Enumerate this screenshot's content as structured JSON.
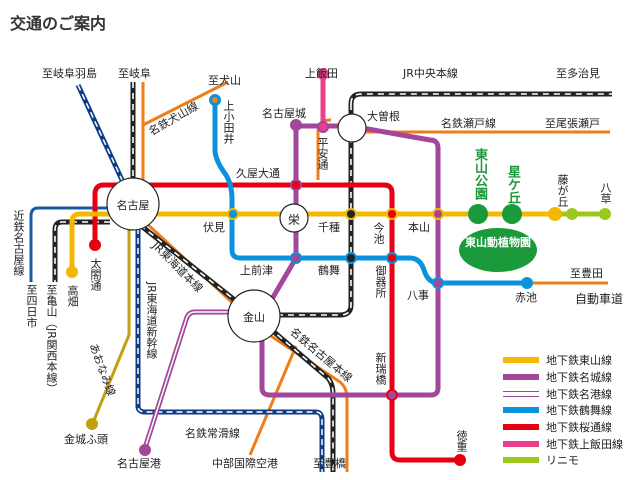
{
  "title": "交通のご案内",
  "colors": {
    "higashiyama": "#f5b800",
    "meijo": "#a3479a",
    "meiko": "#a3479a",
    "tsurumai": "#0a93dc",
    "sakuradori": "#e60012",
    "kamiiida": "#e8408a",
    "linimo": "#9cc81e",
    "meitetsu": "#ef7d1a",
    "jr": "#222222",
    "kintetsu": "#1a5aa0",
    "shinkansen": "#0d3b86",
    "aonami": "#c4a010",
    "park": "#1a9a3a"
  },
  "hubs": {
    "nagoya": "名古屋",
    "sakae": "栄",
    "ozone": "大曽根",
    "kanayama": "金山"
  },
  "destinations": {
    "gifu_hashima": "至岐阜羽島",
    "gifu": "至岐阜",
    "inuyama": "至犬山",
    "kamiiida": "上飯田",
    "tajimi": "至多治見",
    "owari_seto": "至尾張瀬戸",
    "toyota": "至豊田",
    "yokkaichi": "至四日市",
    "kameyama": "至亀山（JR関西本線）",
    "toyohashi": "至豊橋",
    "centrair": "中部国際空港"
  },
  "stations": {
    "kamiotai": "上小田井",
    "nagoyajo": "名古屋城",
    "heian_dori": "平安通",
    "hisaya_odori": "久屋大通",
    "fushimi": "伏見",
    "chikusa": "千種",
    "imaike": "今池",
    "motoyama": "本山",
    "higashiyama_koen": "東山公園",
    "hoshigaoka": "星ケ丘",
    "fujigaoka": "藤が丘",
    "yakusa": "八草",
    "taiko_dori": "太閤通",
    "takabata": "高畑",
    "kamimaezu": "上前津",
    "tsurumai": "鶴舞",
    "gokiso": "御器所",
    "yagoto": "八事",
    "akaike": "赤池",
    "aratama_bashi": "新瑞橋",
    "tokushige": "徳重",
    "kinjo_futo": "金城ふ頭",
    "nagoyako": "名古屋港"
  },
  "lines": {
    "jr_chuo": "JR中央本線",
    "meitetsu_seto": "名鉄瀬戸線",
    "meitetsu_inuyama": "名鉄犬山線",
    "kintetsu": "近鉄名古屋線",
    "jr_tokaido": "JR東海道本線",
    "shinkansen": "JR東海道新幹線",
    "aonami": "あおなみ線",
    "meitetsu_main": "名鉄名古屋本線",
    "tokoname": "名鉄常滑線",
    "expressway": "自動車道"
  },
  "landmark": {
    "zoo": "東山動植物園"
  },
  "legend": [
    {
      "label": "地下鉄東山線",
      "color": "#f5b800"
    },
    {
      "label": "地下鉄名城線",
      "color": "#a3479a"
    },
    {
      "label": "地下鉄名港線",
      "color": "#a3479a"
    },
    {
      "label": "地下鉄鶴舞線",
      "color": "#0a93dc"
    },
    {
      "label": "地下鉄桜通線",
      "color": "#e60012"
    },
    {
      "label": "地下鉄上飯田線",
      "color": "#e8408a"
    },
    {
      "label": "リニモ",
      "color": "#9cc81e"
    }
  ]
}
